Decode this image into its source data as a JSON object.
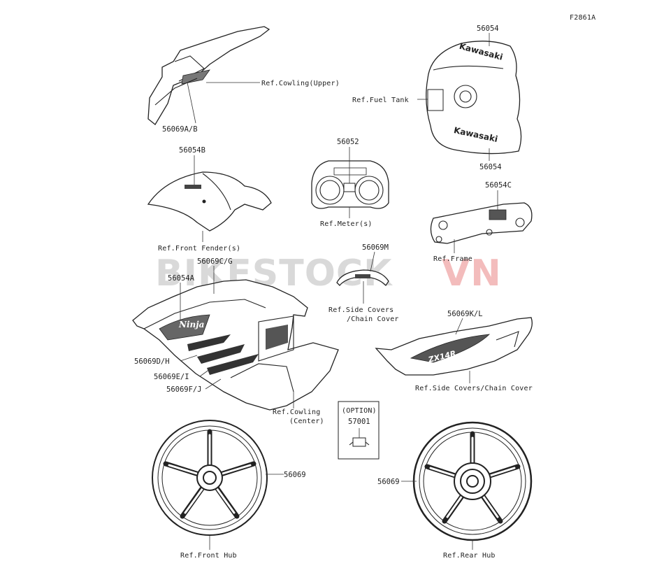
{
  "figure_code": "F2861A",
  "watermark": {
    "part1": "BIKESTOCK",
    "part2": "VN",
    "color1": "#d8d8d8",
    "color2": "#f2b8b8"
  },
  "parts": {
    "p56069AB": "56069A/B",
    "p56054_top": "56054",
    "p56054_bottom": "56054",
    "p56054B": "56054B",
    "p56052": "56052",
    "p56054C": "56054C",
    "p56069M": "56069M",
    "p56069CG": "56069C/G",
    "p56054A": "56054A",
    "p56069KL": "56069K/L",
    "p56069DH": "56069D/H",
    "p56069EI": "56069E/I",
    "p56069FJ": "56069F/J",
    "p57001": "57001",
    "p56069_front": "56069",
    "p56069_rear": "56069"
  },
  "refs": {
    "cowling_upper": "Ref.Cowling(Upper)",
    "fuel_tank": "Ref.Fuel Tank",
    "front_fender": "Ref.Front Fender(s)",
    "meter": "Ref.Meter(s)",
    "frame": "Ref.Frame",
    "side_covers_1": "Ref.Side Covers",
    "side_covers_2": "/Chain Cover",
    "side_covers_full": "Ref.Side Covers/Chain Cover",
    "cowling_center_1": "Ref.Cowling",
    "cowling_center_2": "(Center)",
    "front_hub": "Ref.Front Hub",
    "rear_hub": "Ref.Rear Hub"
  },
  "option_label": "(OPTION)",
  "decal_text": {
    "kawasaki": "Kawasaki",
    "ninja": "Ninja",
    "zx14r": "ZX14R"
  }
}
